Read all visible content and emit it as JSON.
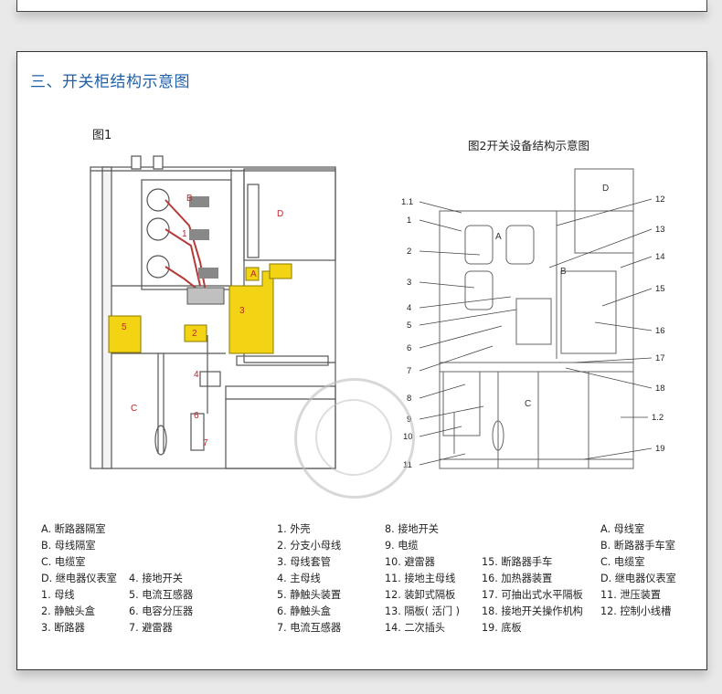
{
  "section_title": "三、开关柜结构示意图",
  "fig1_title": "图1",
  "fig2_title": "图2开关设备结构示意图",
  "fig1_labels": {
    "A": "A",
    "B": "B",
    "C": "C",
    "D": "D",
    "n1": "1",
    "n2": "2",
    "n3": "3",
    "n4": "4",
    "n5": "5",
    "n6": "6",
    "n7": "7"
  },
  "fig2_labels": {
    "A": "A",
    "B": "B",
    "C": "C",
    "D": "D",
    "left": [
      "1.1",
      "1",
      "2",
      "3",
      "4",
      "5",
      "6",
      "7",
      "8",
      "9",
      "10",
      "11"
    ],
    "right": [
      "12",
      "13",
      "14",
      "15",
      "16",
      "17",
      "18",
      "1.2",
      "19"
    ]
  },
  "legend": {
    "col1": [
      "A. 断路器隔室",
      "B. 母线隔室",
      "C. 电缆室",
      "D. 继电器仪表室",
      "1. 母线",
      "2. 静触头盒",
      "3. 断路器"
    ],
    "col2": [
      "",
      "",
      "",
      "4. 接地开关",
      "5. 电流互感器",
      "6. 电容分压器",
      "7. 避雷器"
    ],
    "col3": [
      "1. 外壳",
      "2. 分支小母线",
      "3. 母线套管",
      "4. 主母线",
      "5. 静触头装置",
      "6. 静触头盒",
      "7. 电流互感器"
    ],
    "col4": [
      "8. 接地开关",
      "9. 电缆",
      "10. 避雷器",
      "11. 接地主母线",
      "12. 装卸式隔板",
      "13. 隔板( 活门 )",
      "14. 二次插头"
    ],
    "col5": [
      "",
      "",
      "15. 断路器手车",
      "16. 加热器装置",
      "17. 可抽出式水平隔板",
      "18. 接地开关操作机构",
      "19. 底板"
    ],
    "col6": [
      "A. 母线室",
      "B. 断路器手车室",
      "C. 电缆室",
      "D. 继电器仪表室",
      "11. 泄压装置",
      "12. 控制小线槽",
      ""
    ]
  },
  "colors": {
    "title_blue": "#1f5fa8",
    "yellow": "#f2d414",
    "label_red": "#c0262d",
    "line_gray": "#666666"
  }
}
